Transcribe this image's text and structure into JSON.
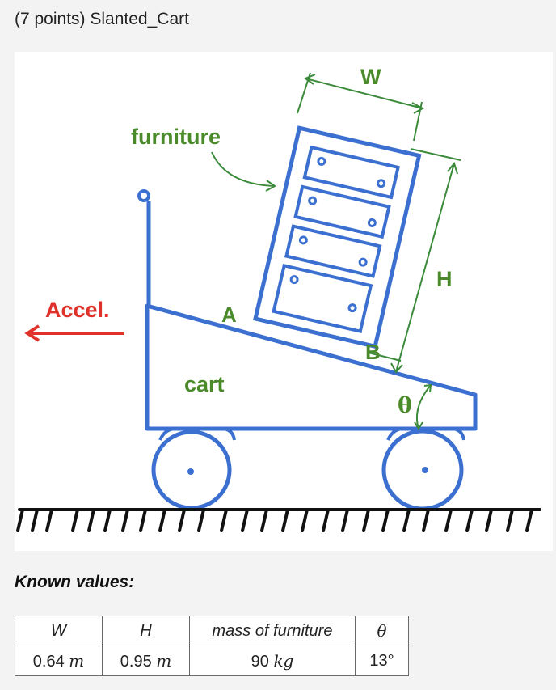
{
  "header": {
    "title": "(7 points) Slanted_Cart"
  },
  "figure": {
    "labels": {
      "furniture": "furniture",
      "accel": "Accel.",
      "cart": "cart",
      "point_a": "A",
      "point_b": "B",
      "width": "W",
      "height": "H",
      "theta": "θ"
    },
    "colors": {
      "drawing": "#3b6fd0",
      "labels": "#4a8a2a",
      "accel": "#e0322b"
    }
  },
  "known": {
    "heading": "Known values:",
    "table": {
      "headers": [
        "W",
        "H",
        "mass of furniture",
        "θ"
      ],
      "values": [
        {
          "num": "0.64",
          "unit": "m"
        },
        {
          "num": "0.95",
          "unit": "m"
        },
        {
          "num": "90",
          "unit": "kg"
        },
        {
          "num": "13°",
          "unit": ""
        }
      ]
    }
  }
}
